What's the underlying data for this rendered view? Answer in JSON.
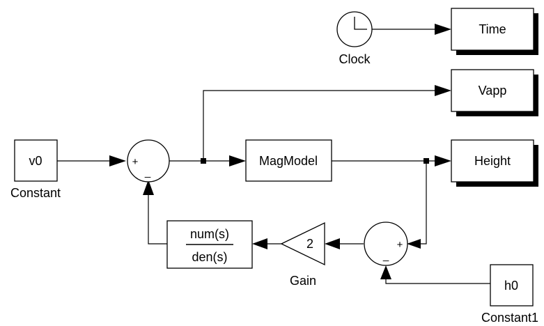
{
  "blocks": {
    "clock": {
      "label": "Clock"
    },
    "time": {
      "text": "Time"
    },
    "vapp": {
      "text": "Vapp"
    },
    "constant": {
      "text": "v0",
      "label": "Constant"
    },
    "magmodel": {
      "text": "MagModel"
    },
    "height": {
      "text": "Height"
    },
    "transfer_fcn": {
      "numerator": "num(s)",
      "denominator": "den(s)"
    },
    "gain": {
      "text": "2",
      "label": "Gain"
    },
    "constant1": {
      "text": "h0",
      "label": "Constant1"
    }
  },
  "sums": {
    "sum_top": {
      "plus": "+",
      "minus": "_"
    },
    "sum_bottom": {
      "plus": "+",
      "minus": "_"
    }
  }
}
